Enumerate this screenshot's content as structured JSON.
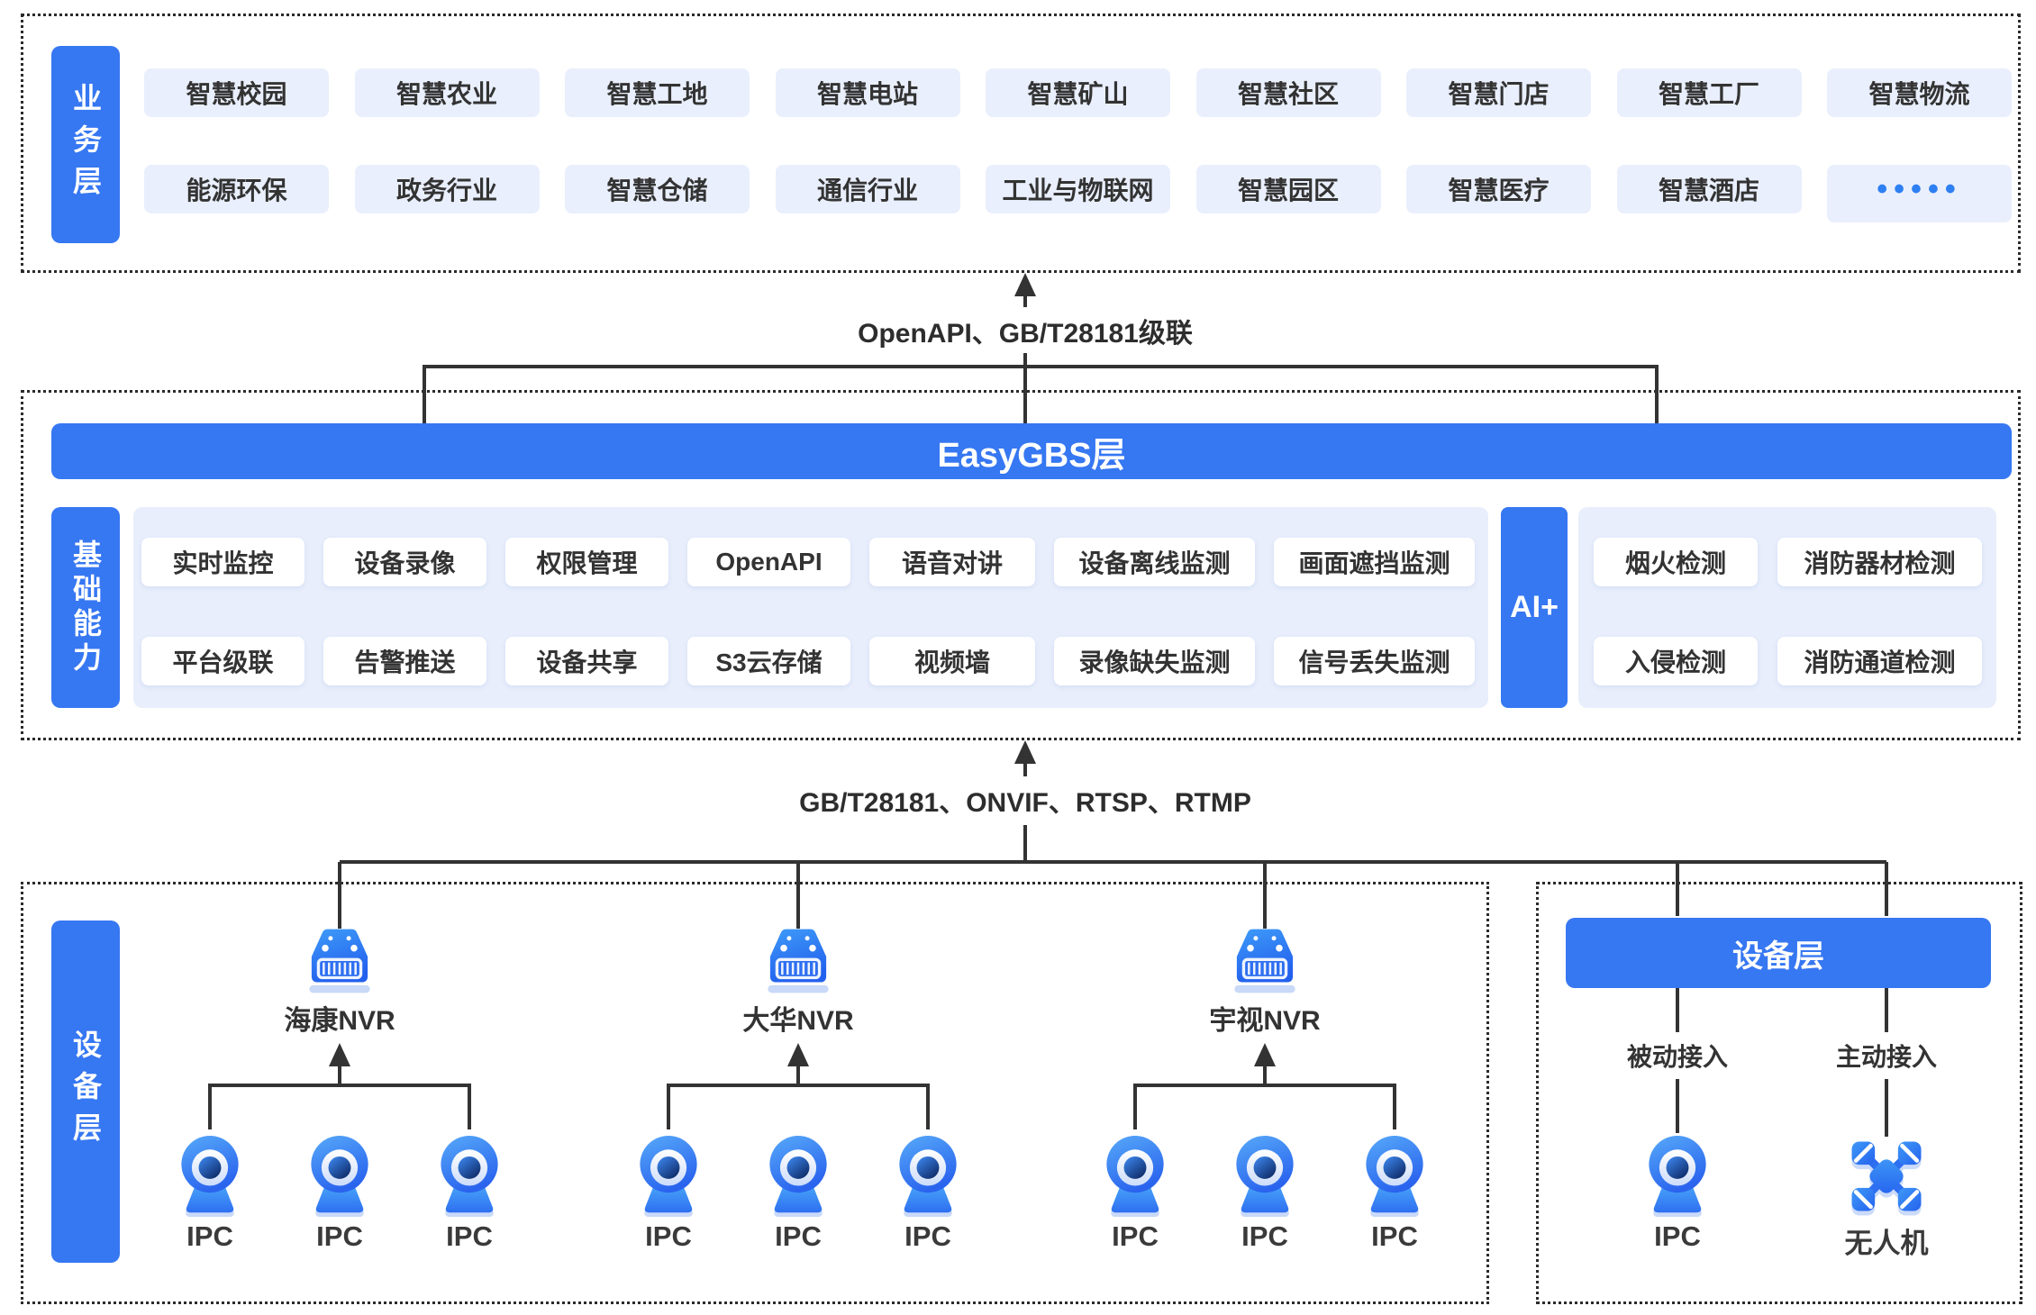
{
  "colors": {
    "primary_blue": "#3677F2",
    "chip_bg": "#E9EFFC",
    "panel_bg": "#E8EEFB",
    "white_chip": "#FFFFFF",
    "line": "#333333",
    "text": "#333333"
  },
  "business_layer": {
    "label": "业务层",
    "row1": [
      "智慧校园",
      "智慧农业",
      "智慧工地",
      "智慧电站",
      "智慧矿山",
      "智慧社区",
      "智慧门店",
      "智慧工厂",
      "智慧物流"
    ],
    "row2": [
      "能源环保",
      "政务行业",
      "智慧仓储",
      "通信行业",
      "工业与物联网",
      "智慧园区",
      "智慧医疗",
      "智慧酒店",
      "•••••"
    ]
  },
  "connectors": {
    "top_label": "OpenAPI、GB/T28181级联",
    "bottom_label": "GB/T28181、ONVIF、RTSP、RTMP"
  },
  "easygbs": {
    "title": "EasyGBS层"
  },
  "capabilities": {
    "label": "基础能力",
    "row1": [
      "实时监控",
      "设备录像",
      "权限管理",
      "OpenAPI",
      "语音对讲",
      "设备离线监测",
      "画面遮挡监测"
    ],
    "row2": [
      "平台级联",
      "告警推送",
      "设备共享",
      "S3云存储",
      "视频墙",
      "录像缺失监测",
      "信号丢失监测"
    ]
  },
  "ai": {
    "label": "AI+",
    "row1": [
      "烟火检测",
      "消防器材检测"
    ],
    "row2": [
      "入侵检测",
      "消防通道检测"
    ]
  },
  "device_layer": {
    "label": "设备层",
    "nvr_groups": [
      {
        "name": "海康NVR",
        "icon": "nvr-device-icon",
        "cameras": [
          "IPC",
          "IPC",
          "IPC"
        ]
      },
      {
        "name": "大华NVR",
        "icon": "nvr-device-icon",
        "cameras": [
          "IPC",
          "IPC",
          "IPC"
        ]
      },
      {
        "name": "宇视NVR",
        "icon": "nvr-device-icon",
        "cameras": [
          "IPC",
          "IPC",
          "IPC"
        ]
      }
    ],
    "right_panel": {
      "title": "设备层",
      "passive_label": "被动接入",
      "active_label": "主动接入",
      "passive_device": "IPC",
      "passive_icon": "ipc-camera-icon",
      "active_device": "无人机",
      "active_icon": "drone-icon"
    }
  }
}
